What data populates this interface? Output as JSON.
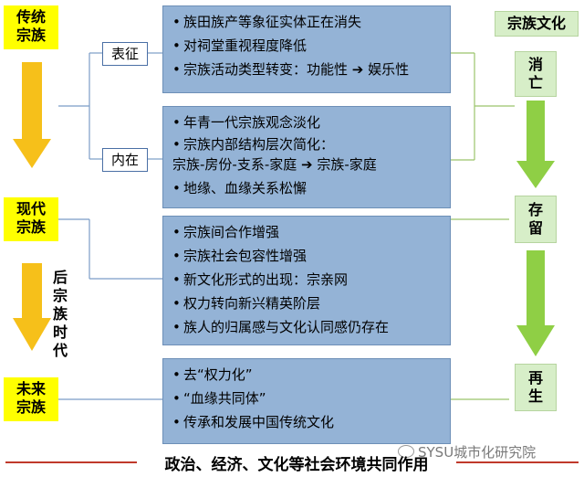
{
  "stages": [
    {
      "id": "traditional",
      "lines": [
        "传统",
        "宗族"
      ]
    },
    {
      "id": "modern",
      "lines": [
        "现代",
        "宗族"
      ]
    },
    {
      "id": "future",
      "lines": [
        "未来",
        "宗族"
      ]
    }
  ],
  "post_clan_era": [
    "后",
    "宗",
    "族",
    "时",
    "代"
  ],
  "branch_labels": {
    "manifest": "表征",
    "internal": "内在"
  },
  "box1_items": [
    "族田族产等象征实体正在消失",
    "对祠堂重视程度降低",
    "宗族活动类型转变：功能性 ➔ 娱乐性"
  ],
  "box2_items": [
    "年青一代宗族观念淡化",
    "宗族内部结构层次简化：",
    "宗族-房份-支系-家庭 ➔ 宗族-家庭",
    "地缘、血缘关系松懈"
  ],
  "box3_items": [
    "宗族间合作增强",
    "宗族社会包容性增强",
    "新文化形式的出现：宗亲网",
    "权力转向新兴精英阶层",
    "族人的归属感与文化认同感仍存在"
  ],
  "box4_items": [
    "去“权力化”",
    "“血缘共同体”",
    "传承和发展中国传统文化"
  ],
  "right_column": {
    "title": "宗族文化",
    "stages": [
      [
        "消",
        "亡"
      ],
      [
        "存",
        "留"
      ],
      [
        "再",
        "生"
      ]
    ]
  },
  "footer_title": "政治、经济、文化等社会环境共同作用",
  "watermark": "SYSU城市化研究院",
  "colors": {
    "yellow": "#ffff00",
    "orange_arrow": "#f6c01a",
    "blue_box": "#94b3d6",
    "green_box": "#d7eec8",
    "green_arrow": "#8fcf45",
    "line": "#7a9cc6",
    "footer_line": "#c0392b"
  }
}
